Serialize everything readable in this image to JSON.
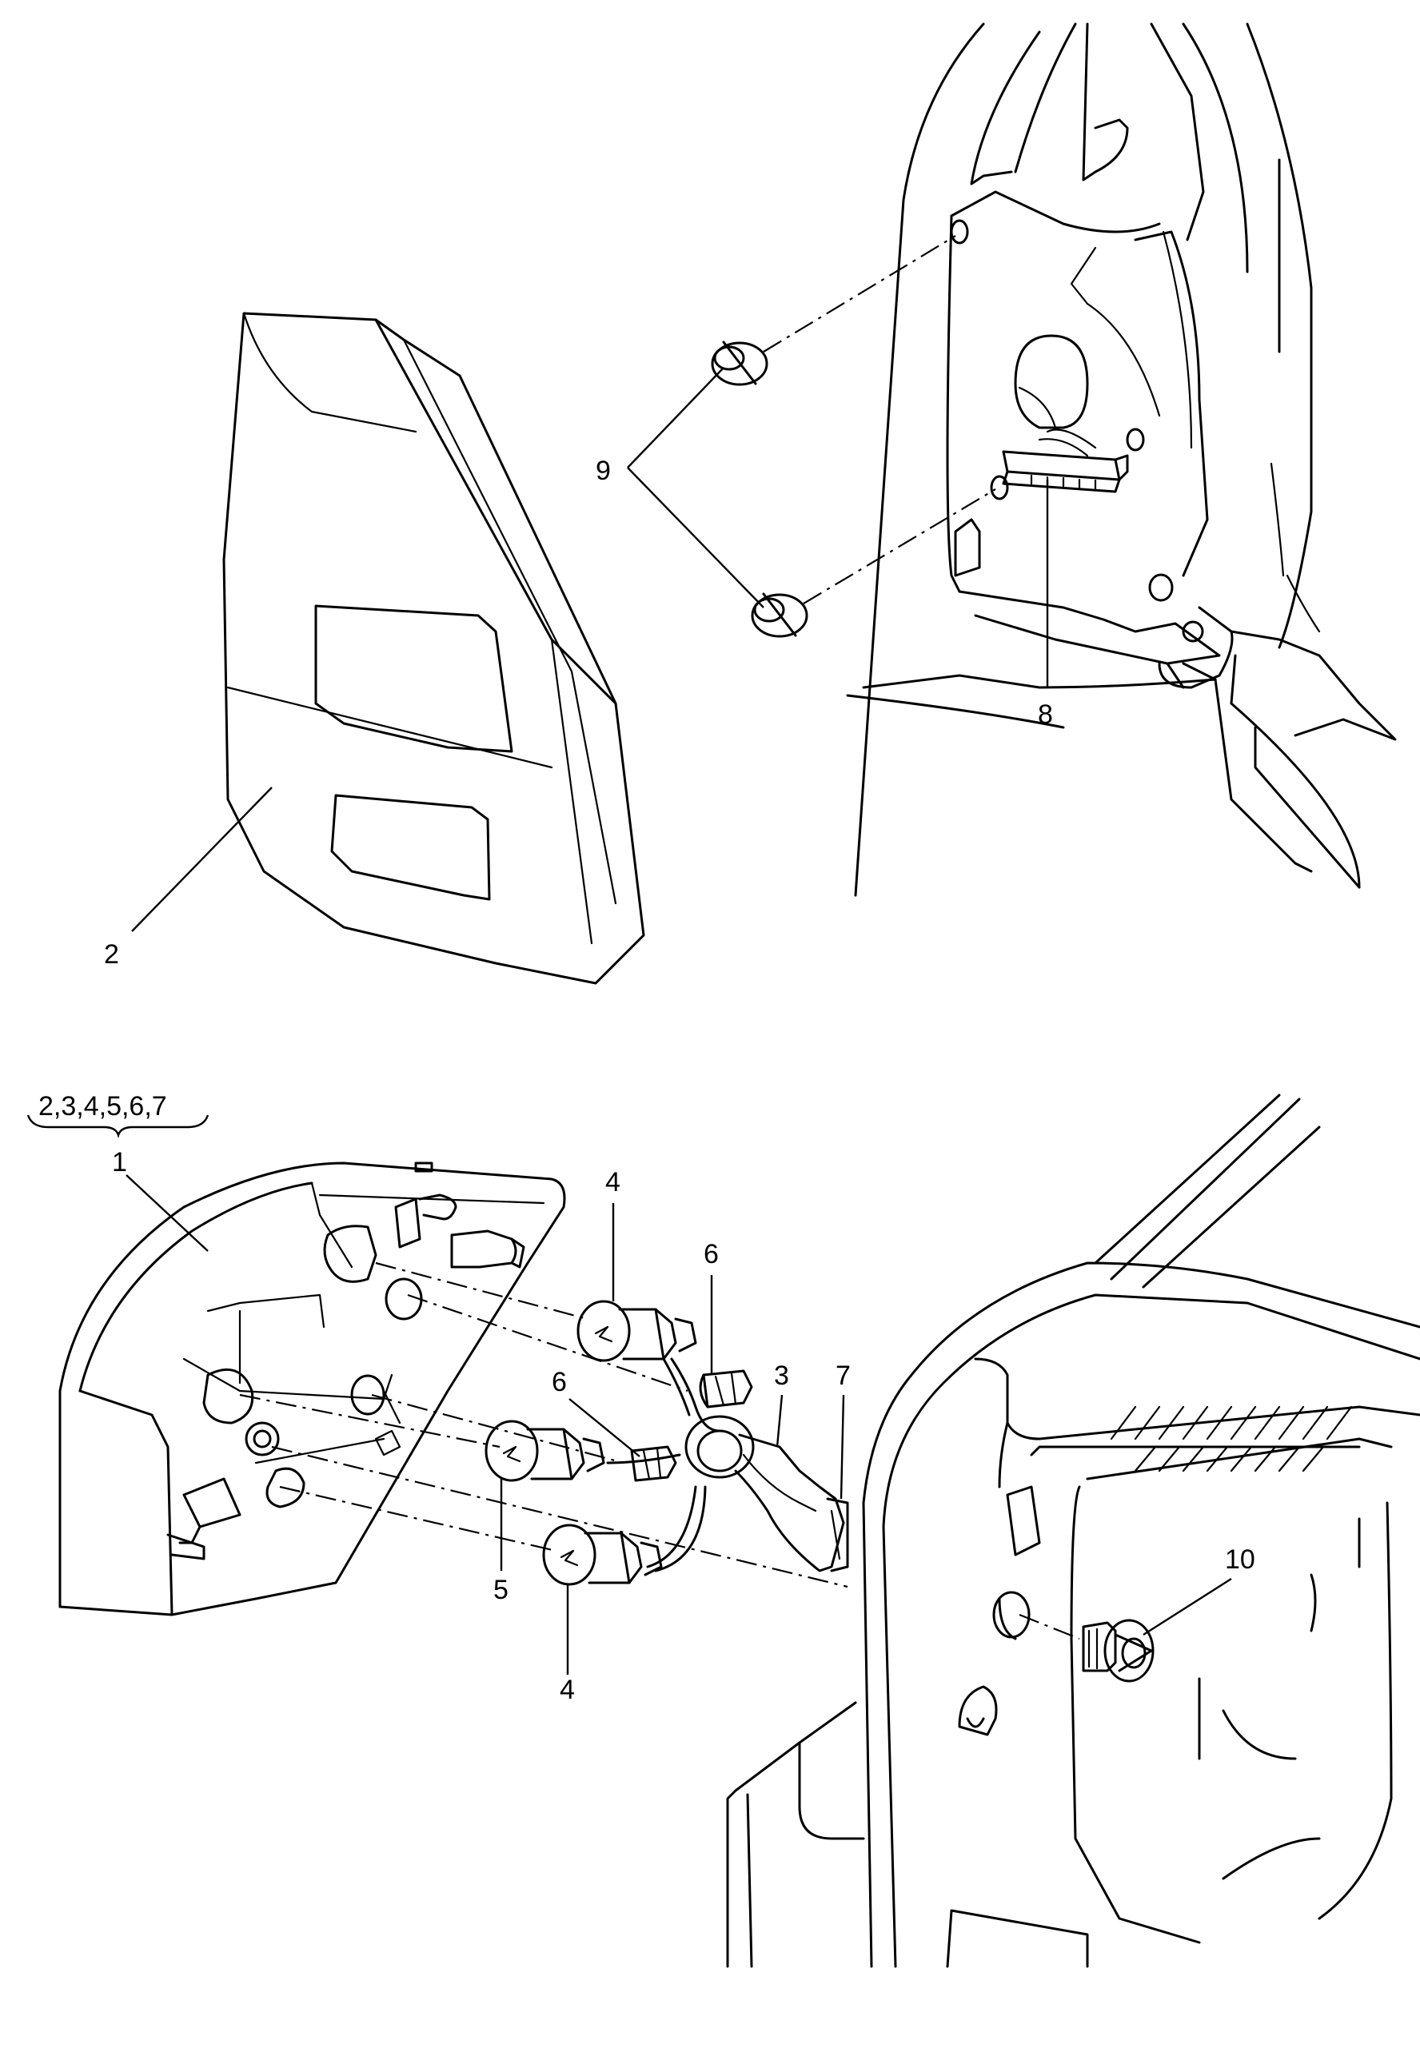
{
  "callouts": {
    "c1": "1",
    "c2": "2",
    "c3": "3",
    "c4a": "4",
    "c4b": "4",
    "c5": "5",
    "c6a": "6",
    "c6b": "6",
    "c7": "7",
    "c8": "8",
    "c9": "9",
    "c10": "10"
  },
  "kit_note": "2,3,4,5,6,7"
}
